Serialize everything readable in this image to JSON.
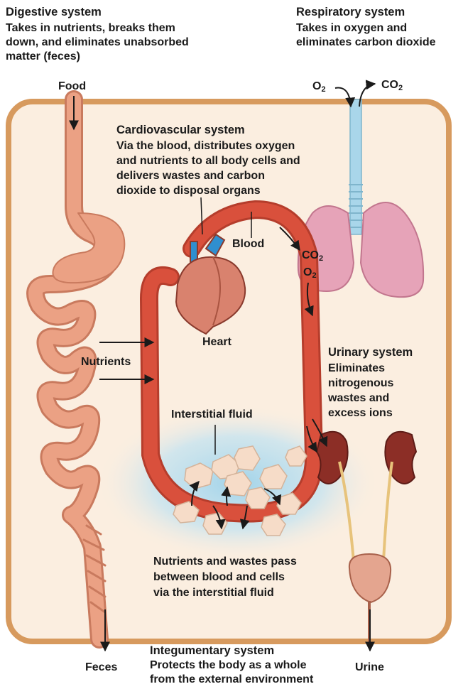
{
  "digestive": {
    "title": "Digestive system",
    "lines": [
      "Takes in nutrients, breaks them",
      "down, and eliminates unabsorbed",
      "matter (feces)"
    ]
  },
  "respiratory": {
    "title": "Respiratory system",
    "lines": [
      "Takes in oxygen and",
      "eliminates carbon dioxide"
    ]
  },
  "cardiovascular": {
    "title": "Cardiovascular system",
    "lines": [
      "Via the blood, distributes oxygen",
      "and nutrients to all body cells and",
      "delivers wastes and carbon",
      "dioxide to disposal organs"
    ]
  },
  "urinary": {
    "title": "Urinary system",
    "lines": [
      "Eliminates",
      "nitrogenous",
      "wastes and",
      "excess ions"
    ]
  },
  "integumentary": {
    "title": "Integumentary system",
    "lines": [
      "Protects the body as a whole",
      "from the external environment"
    ]
  },
  "exchange": {
    "lines": [
      "Nutrients and wastes pass",
      "between blood and cells",
      "via the interstitial fluid"
    ]
  },
  "labels": {
    "food": "Food",
    "feces": "Feces",
    "urine": "Urine",
    "blood": "Blood",
    "heart": "Heart",
    "nutrients": "Nutrients",
    "interstitial_fluid": "Interstitial fluid",
    "o2_base": "O",
    "o2_sub": "2",
    "co2_base": "CO",
    "co2_sub": "2"
  },
  "colors": {
    "body_outline": "#d79a5e",
    "body_fill": "#fbeee0",
    "blood_vessel": "#d9503c",
    "digestive_tract": "#eba184",
    "lungs": "#e6a3b8",
    "trachea": "#a9d6ea",
    "kidney": "#8c2e26",
    "interstitial": "#9dd2ea"
  }
}
